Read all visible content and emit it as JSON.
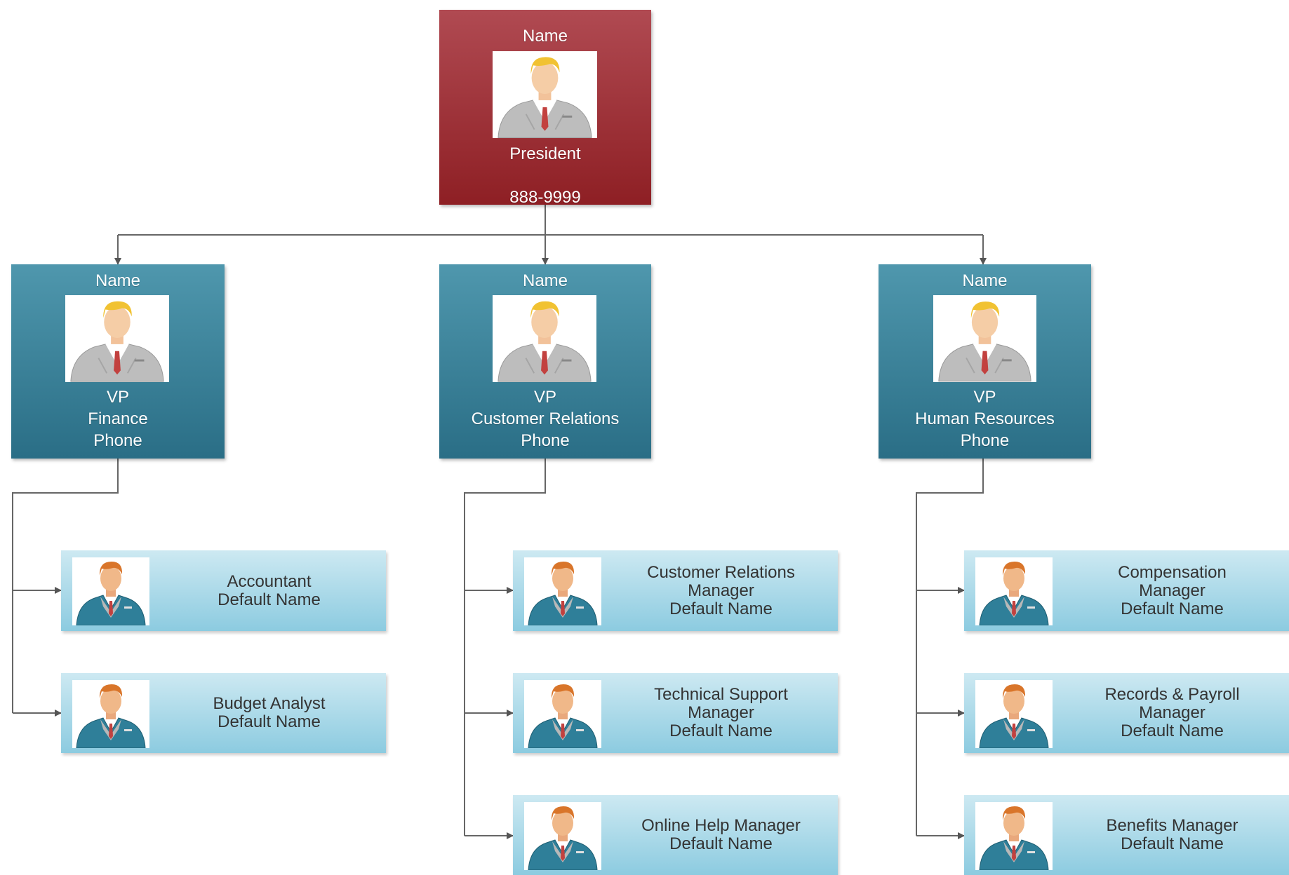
{
  "president": {
    "name": "Name",
    "title": "President",
    "phone": "888-9999",
    "avatar_icon": "executive-avatar-icon"
  },
  "vps": [
    {
      "name": "Name",
      "line1": "VP",
      "line2": "Finance",
      "line3": "Phone"
    },
    {
      "name": "Name",
      "line1": "VP",
      "line2": "Customer Relations",
      "line3": "Phone"
    },
    {
      "name": "Name",
      "line1": "VP",
      "line2": "Human Resources",
      "line3": "Phone"
    }
  ],
  "staff": {
    "finance": [
      {
        "lines": [
          "Accountant",
          "Default Name"
        ]
      },
      {
        "lines": [
          "Budget Analyst",
          "Default Name"
        ]
      }
    ],
    "customer_relations": [
      {
        "lines": [
          "Customer Relations",
          "Manager",
          "Default Name"
        ]
      },
      {
        "lines": [
          "Technical Support",
          "Manager",
          "Default Name"
        ]
      },
      {
        "lines": [
          "Online Help Manager",
          "Default Name"
        ]
      }
    ],
    "human_resources": [
      {
        "lines": [
          "Compensation",
          "Manager",
          "Default Name"
        ]
      },
      {
        "lines": [
          "Records & Payroll",
          "Manager",
          "Default Name"
        ]
      },
      {
        "lines": [
          "Benefits Manager",
          "Default Name"
        ]
      }
    ]
  },
  "colors": {
    "president_box": "#9e2f36",
    "vp_box": "#3a8199",
    "staff_box": "#a9dbeb",
    "connector": "#555555"
  }
}
